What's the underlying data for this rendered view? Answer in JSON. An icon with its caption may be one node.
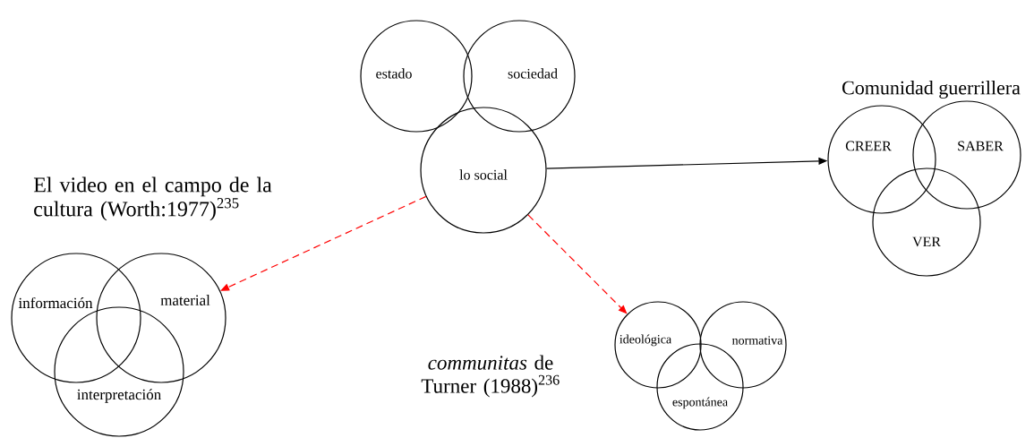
{
  "diagram": {
    "nodes": [
      {
        "text": [
          "estado"
        ]
      },
      {
        "text": [
          "sociedad"
        ]
      },
      {
        "text": [
          "lo social"
        ]
      },
      {
        "text": [
          "CREER"
        ]
      },
      {
        "text": [
          "SABER"
        ]
      },
      {
        "text": [
          "VER"
        ]
      },
      {
        "text": [
          "información"
        ]
      },
      {
        "text": [
          "material"
        ]
      },
      {
        "text": [
          "interpretación"
        ]
      },
      {
        "text": [
          "ideológica"
        ]
      },
      {
        "text": [
          "normativa"
        ]
      },
      {
        "text": [
          "espontánea"
        ]
      }
    ],
    "edges": [
      {
        "from": 2,
        "to": 3,
        "arrow": "to",
        "color": "#000000"
      },
      {
        "from": 2,
        "to": 7,
        "arrow": "to",
        "style": "dashed",
        "color": "#ff0000"
      },
      {
        "from": 2,
        "to": 9,
        "arrow": "to",
        "style": "dashed",
        "color": "#ff0000"
      }
    ],
    "labels": [
      "Comunidad guerrillera",
      "El video en el campo de la cultura (Worth:1977)$^{235}$",
      "*communitas* de Turner (1988)$^{236}$"
    ]
  }
}
